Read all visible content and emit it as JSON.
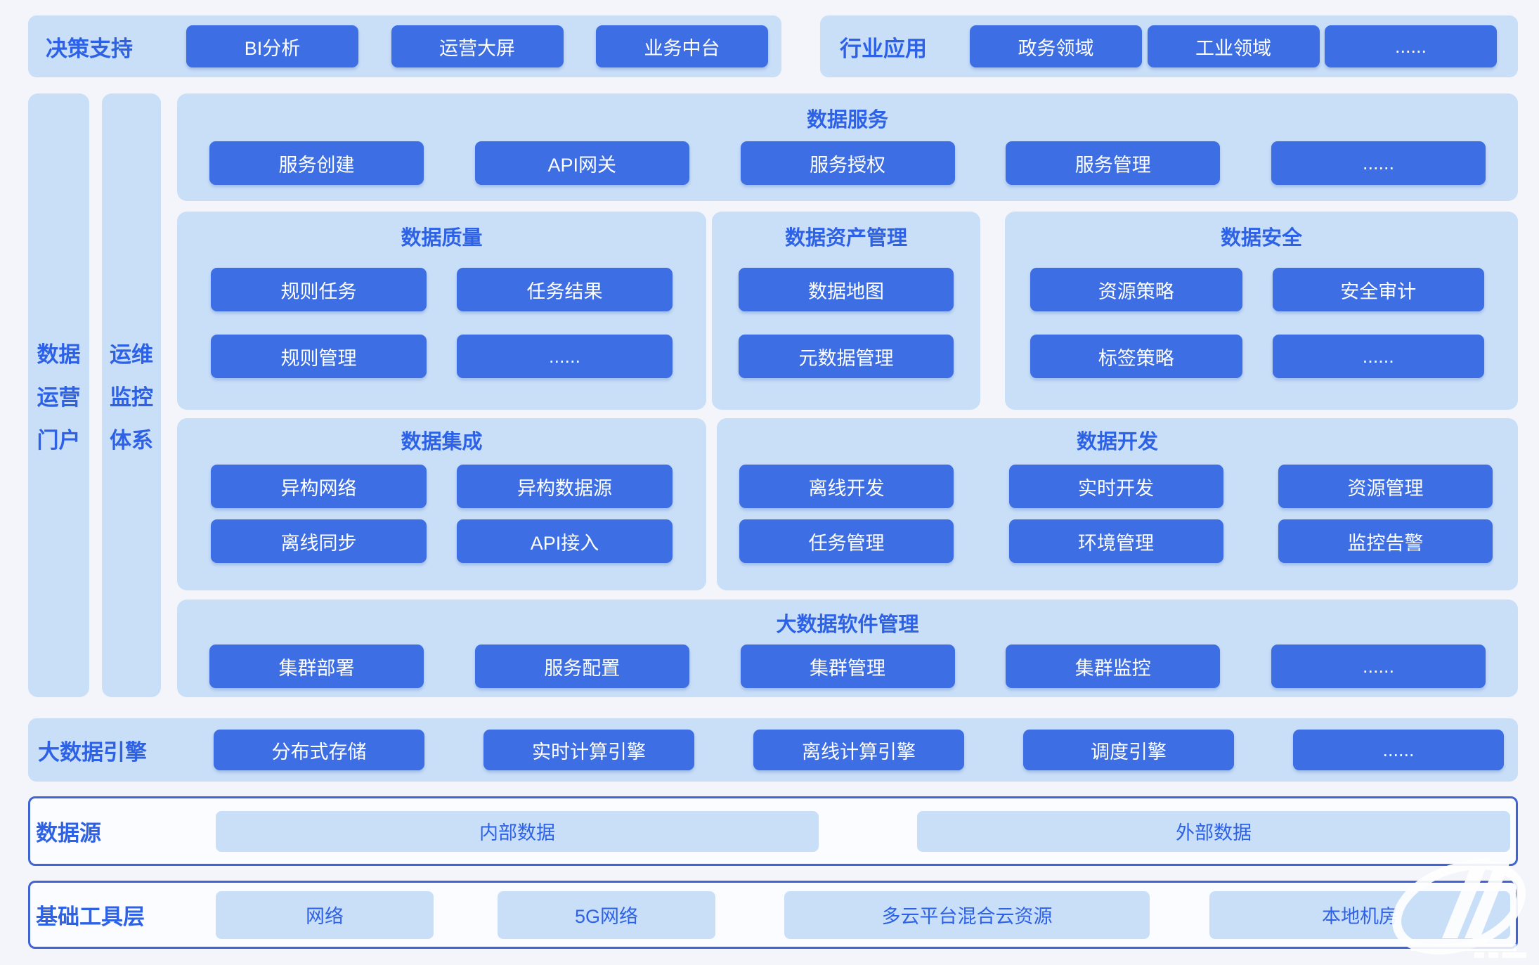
{
  "colors": {
    "page_background": "#f3f5fa",
    "panel_light_blue": "#c9dff8",
    "button_blue": "#3d6ee4",
    "label_blue": "#2e62e6",
    "outline_border_blue": "#4064d4"
  },
  "top": {
    "decision": {
      "label": "决策支持",
      "buttons": [
        "BI分析",
        "运营大屏",
        "业务中台"
      ]
    },
    "industry": {
      "label": "行业应用",
      "buttons": [
        "政务领域",
        "工业领域",
        "......"
      ]
    }
  },
  "side_bars": [
    {
      "lines": [
        "数据",
        "运营",
        "门户"
      ]
    },
    {
      "lines": [
        "运维",
        "监控",
        "体系"
      ]
    }
  ],
  "sections": {
    "data_service": {
      "title": "数据服务",
      "buttons": [
        "服务创建",
        "API网关",
        "服务授权",
        "服务管理",
        "......"
      ]
    },
    "data_quality": {
      "title": "数据质量",
      "buttons": [
        "规则任务",
        "任务结果",
        "规则管理",
        "......"
      ]
    },
    "data_asset": {
      "title": "数据资产管理",
      "buttons": [
        "数据地图",
        "元数据管理"
      ]
    },
    "data_security": {
      "title": "数据安全",
      "buttons": [
        "资源策略",
        "安全审计",
        "标签策略",
        "......"
      ]
    },
    "data_integration": {
      "title": "数据集成",
      "buttons": [
        "异构网络",
        "异构数据源",
        "离线同步",
        "API接入"
      ]
    },
    "data_development": {
      "title": "数据开发",
      "buttons": [
        "离线开发",
        "实时开发",
        "资源管理",
        "任务管理",
        "环境管理",
        "监控告警"
      ]
    },
    "bigdata_software": {
      "title": "大数据软件管理",
      "buttons": [
        "集群部署",
        "服务配置",
        "集群管理",
        "集群监控",
        "......"
      ]
    }
  },
  "engine_row": {
    "label": "大数据引擎",
    "buttons": [
      "分布式存储",
      "实时计算引擎",
      "离线计算引擎",
      "调度引擎",
      "......"
    ]
  },
  "source_row": {
    "label": "数据源",
    "items": [
      "内部数据",
      "外部数据"
    ]
  },
  "tools_row": {
    "label": "基础工具层",
    "items": [
      "网络",
      "5G网络",
      "多云平台混合云资源",
      "本地机房"
    ]
  },
  "watermark": {
    "icon": "swirl-logo"
  }
}
